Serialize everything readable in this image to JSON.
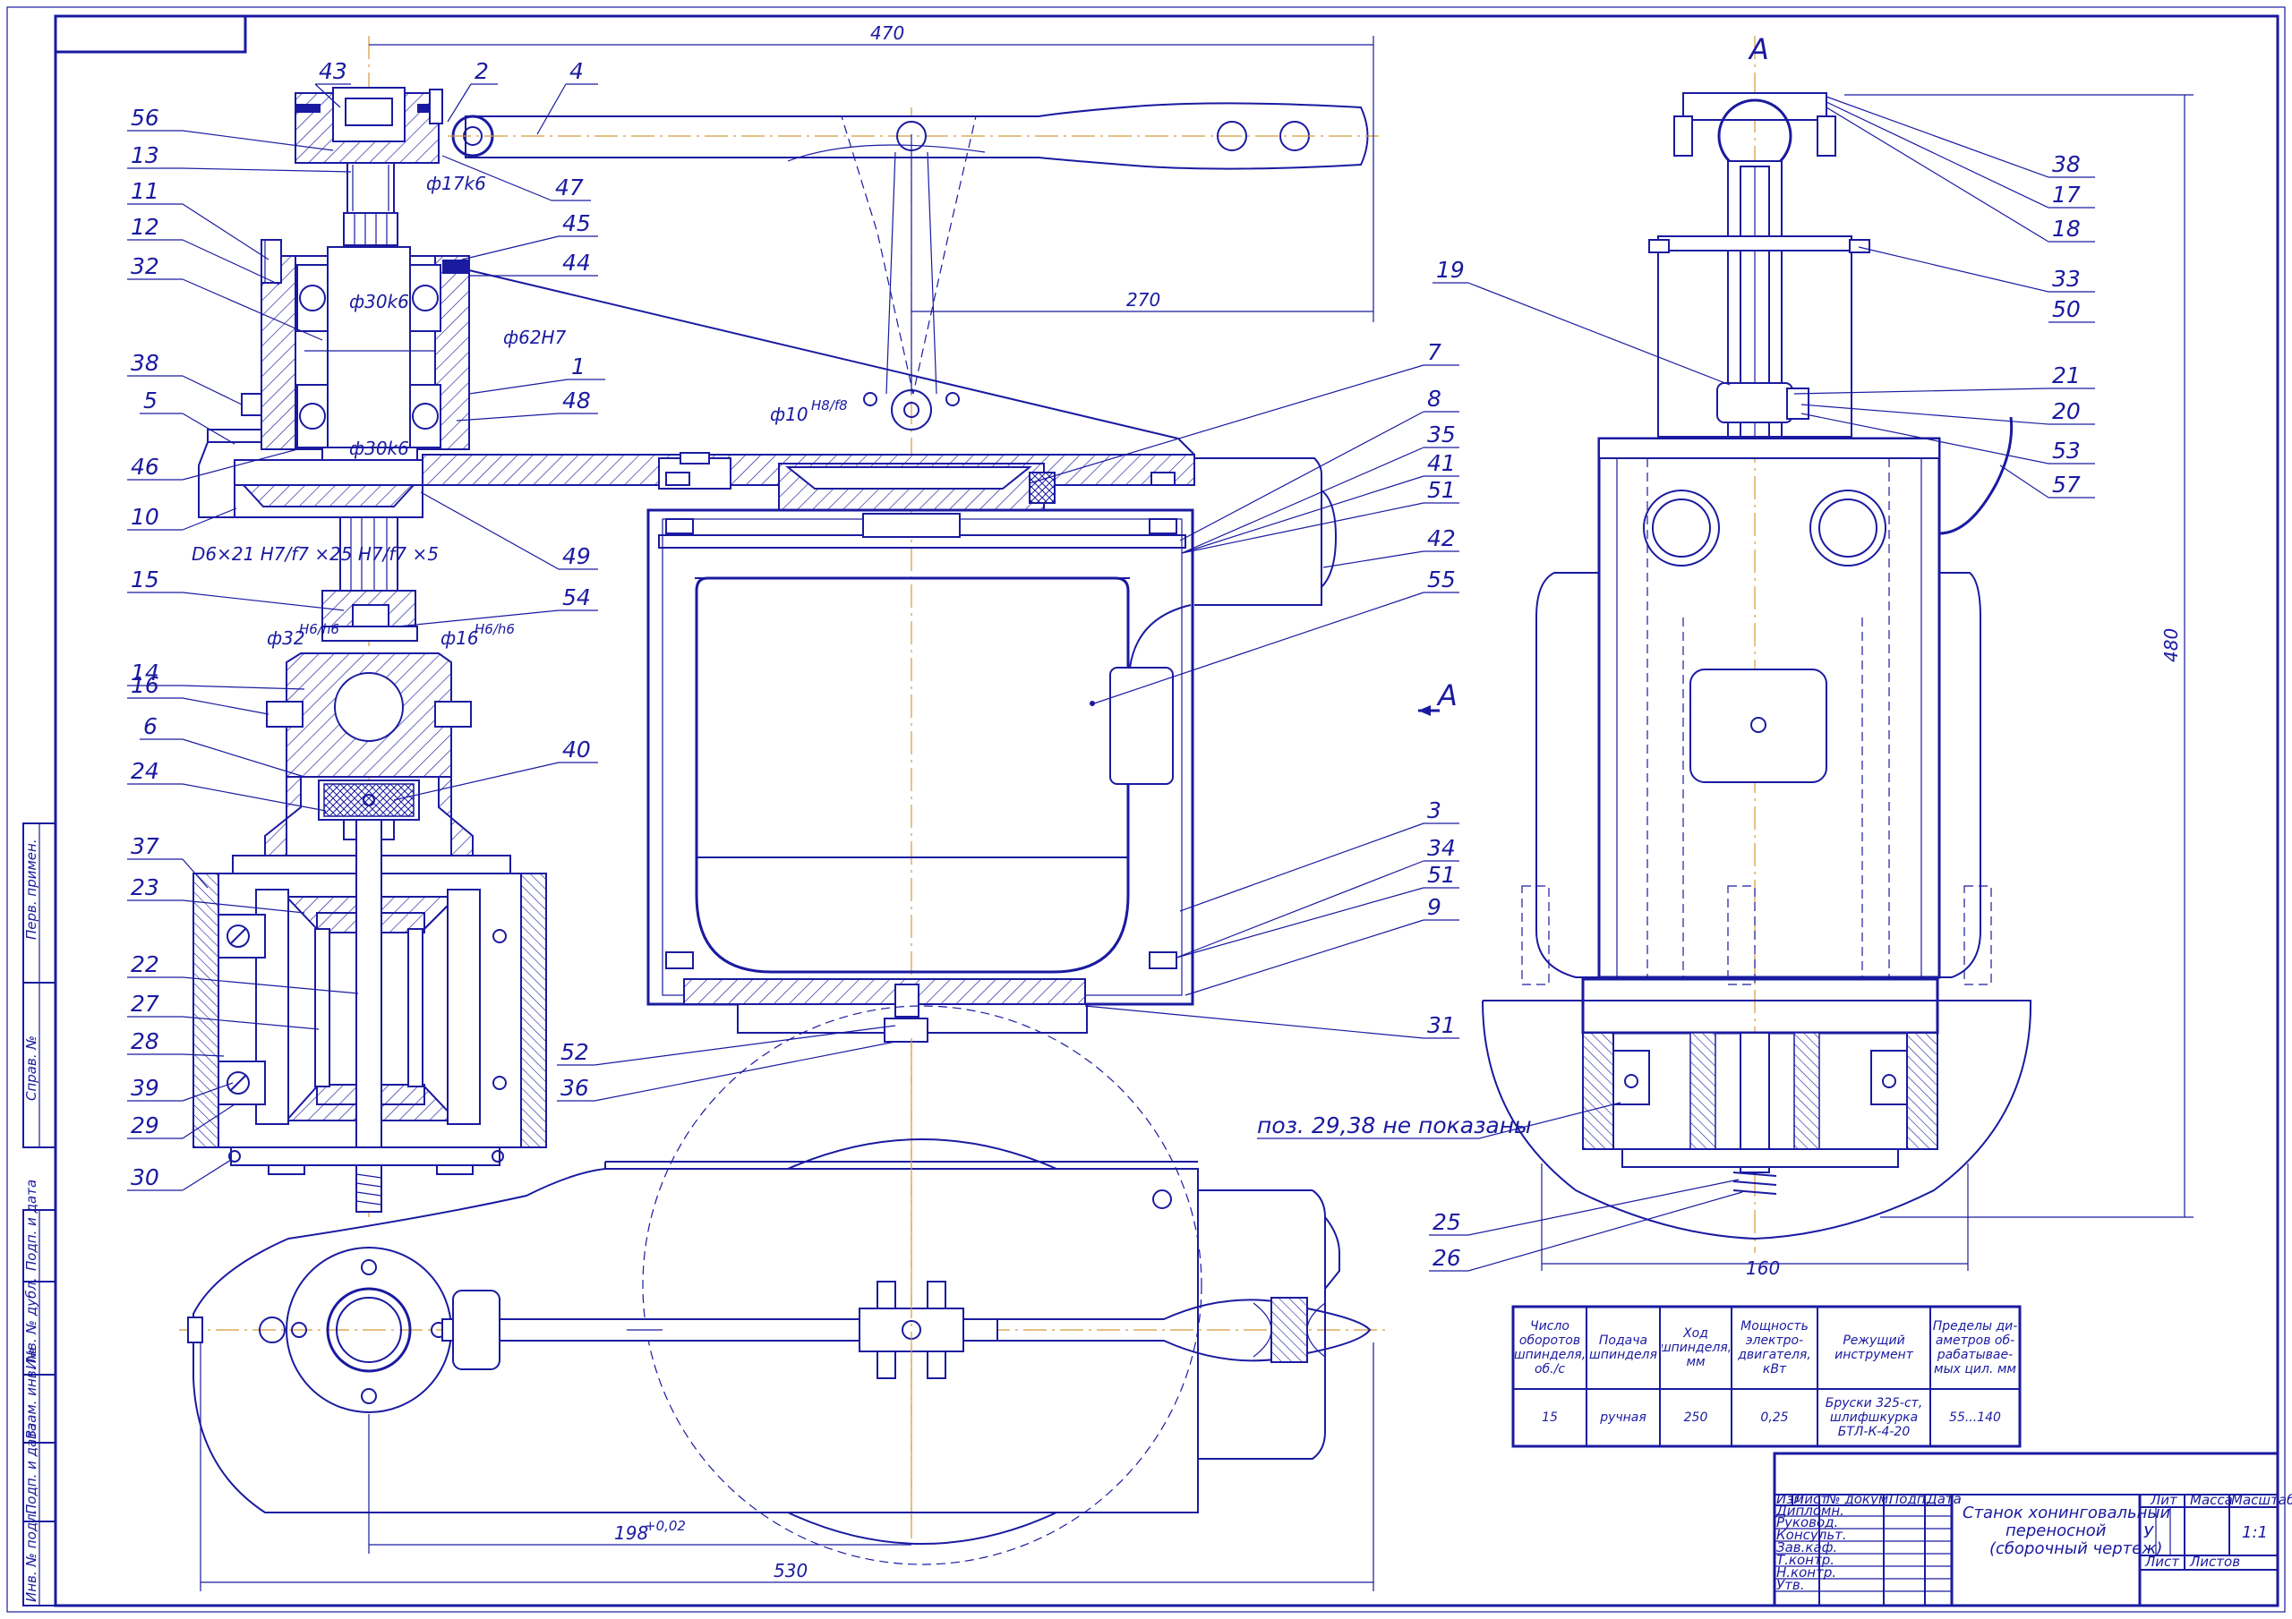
{
  "dimensions": {
    "d470": "470",
    "d270": "270",
    "d480": "480",
    "d160": "160",
    "d530": "530",
    "d198": "198",
    "d198_tol": "+0,02",
    "phi17": "ф17k6",
    "phi30a": "ф30k6",
    "phi30b": "ф30k6",
    "phi62": "ф62H7",
    "phi10": "ф10",
    "phi10_fit": "H8/f8",
    "phi32": "ф32",
    "phi32_fit": "H6/h6",
    "phi16": "ф16",
    "phi16_fit": "H6/h6",
    "spline": "D6×21 H7/f7 ×25 H7/f7 ×5"
  },
  "section_label": "A",
  "view_arrow_label": "A",
  "note_positions": "поз. 29,38 не показаны",
  "positions_left": [
    "56",
    "13",
    "11",
    "12",
    "32",
    "38",
    "5",
    "46",
    "10",
    "15",
    "14",
    "16",
    "6",
    "24",
    "37",
    "23",
    "22",
    "27",
    "28",
    "39",
    "29",
    "30"
  ],
  "positions_top": [
    "43",
    "2",
    "4",
    "47",
    "45",
    "44",
    "1",
    "48",
    "49",
    "54",
    "40"
  ],
  "positions_middle": [
    "7",
    "8",
    "35",
    "41",
    "51",
    "42",
    "55",
    "3",
    "34",
    "51",
    "9",
    "31",
    "52",
    "36"
  ],
  "positions_right": [
    "38",
    "17",
    "18",
    "33",
    "50",
    "19",
    "21",
    "20",
    "53",
    "57",
    "25",
    "26"
  ],
  "spec_table": {
    "headers": [
      "Число оборотов шпинделя, об./с",
      "Подача шпинделя",
      "Ход шпинделя, мм",
      "Мощность электро- двигателя, кВт",
      "Режущий инструмент",
      "Пределы ди- аметров об- рабатывае- мых цил. мм"
    ],
    "values": [
      "15",
      "ручная",
      "250",
      "0,25",
      "Бруски 325-ст, шлифшкурка БТЛ-К-4-20",
      "55...140"
    ]
  },
  "title_block": {
    "title_line1": "Станок хонинговальный",
    "title_line2": "переносной",
    "title_line3": "(сборочный чертеж)",
    "lit_label": "Лит",
    "mass_label": "Масса",
    "scale_label": "Масштаб",
    "lit_value": "У",
    "scale_value": "1:1",
    "sheet_label": "Лист",
    "sheets_label": "Листов",
    "col_izm": "Изм",
    "col_list": "Лист",
    "col_doc": "№ докум.",
    "col_sign": "Подп.",
    "col_date": "Дата",
    "roles": [
      "Дипломн.",
      "Руковод.",
      "Консульт.",
      "Зав.каф.",
      "Т.контр.",
      "Н.контр.",
      "Утв."
    ]
  },
  "side_stamps": [
    "Перв. примен.",
    "Справ. №",
    "Подп. и дата",
    "Инв. № дубл.",
    "Взам. инв. №",
    "Подп. и дата",
    "Инв. № подл."
  ]
}
